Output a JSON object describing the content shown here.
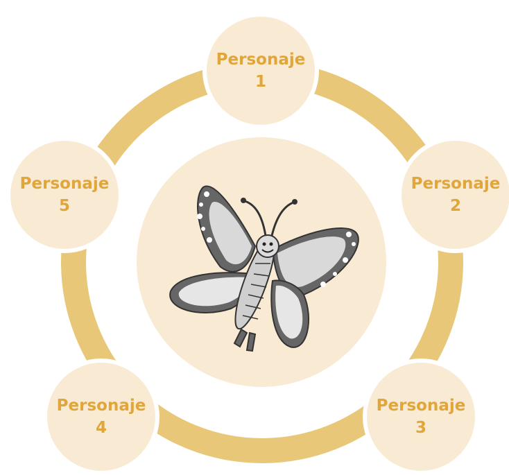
{
  "colors": {
    "ring": "#e8c878",
    "node_fill": "#f9ead3",
    "label": "#e0a63a",
    "butterfly_dark": "#666666",
    "butterfly_light": "#d9d9d9"
  },
  "center_image": {
    "icon": "butterfly-illustration"
  },
  "nodes": [
    {
      "line1": "Personaje",
      "line2": "1"
    },
    {
      "line1": "Personaje",
      "line2": "2"
    },
    {
      "line1": "Personaje",
      "line2": "3"
    },
    {
      "line1": "Personaje",
      "line2": "4"
    },
    {
      "line1": "Personaje",
      "line2": "5"
    }
  ]
}
